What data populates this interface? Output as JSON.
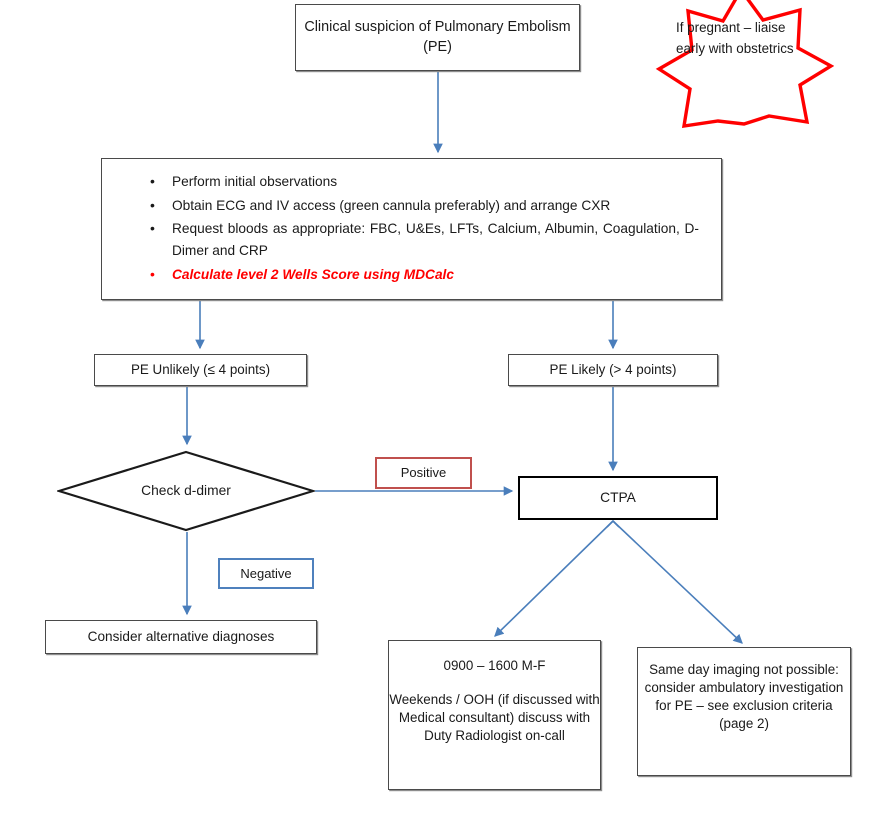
{
  "colors": {
    "connector": "#4a7ebb",
    "emphasis_text": "#ff0000",
    "star_outline": "#ff0000",
    "positive_border": "#c0504d",
    "negative_border": "#4f81bd",
    "box_border": "#4a4a4a",
    "ctpa_border": "#000000"
  },
  "nodes": {
    "suspicion": {
      "label": "Clinical suspicion of Pulmonary Embolism (PE)"
    },
    "pregnancy_star": {
      "label": "If pregnant – liaise early with obstetrics"
    },
    "initial_actions": {
      "bullets": [
        "Perform initial observations",
        "Obtain ECG and IV access (green cannula preferably) and arrange CXR",
        "Request bloods as appropriate: FBC, U&Es, LFTs, Calcium, Albumin, Coagulation, D-Dimer and CRP",
        "Calculate level 2 Wells Score using MDCalc"
      ]
    },
    "pe_unlikely": {
      "label": "PE Unlikely (≤ 4 points)"
    },
    "pe_likely": {
      "label": "PE Likely (> 4 points)"
    },
    "check_ddimer": {
      "label": "Check d-dimer"
    },
    "positive": {
      "label": "Positive"
    },
    "negative": {
      "label": "Negative"
    },
    "ctpa": {
      "label": "CTPA"
    },
    "alt_diagnoses": {
      "label": "Consider alternative diagnoses"
    },
    "radiology_hours": {
      "line1": "0900 – 1600 M-F",
      "line2": "Weekends / OOH (if discussed with Medical consultant) discuss with Duty Radiologist on-call"
    },
    "ambulatory": {
      "label": "Same day imaging not possible:  consider ambulatory investigation for PE – see exclusion criteria (page 2)"
    }
  },
  "chart_data": {
    "type": "diagram",
    "title": "Pulmonary Embolism diagnostic pathway flowchart",
    "nodes": [
      {
        "id": "suspicion",
        "shape": "rectangle",
        "text": "Clinical suspicion of Pulmonary Embolism (PE)"
      },
      {
        "id": "pregnancy_star",
        "shape": "7-point-star",
        "text": "If pregnant – liaise early with obstetrics",
        "outline": "#ff0000"
      },
      {
        "id": "initial_actions",
        "shape": "rectangle",
        "text": "Perform initial observations; Obtain ECG and IV access (green cannula preferably) and arrange CXR; Request bloods as appropriate: FBC, U&Es, LFTs, Calcium, Albumin, Coagulation, D-Dimer and CRP; Calculate level 2 Wells Score using MDCalc"
      },
      {
        "id": "pe_unlikely",
        "shape": "rectangle",
        "text": "PE Unlikely (≤ 4 points)"
      },
      {
        "id": "pe_likely",
        "shape": "rectangle",
        "text": "PE Likely (> 4 points)"
      },
      {
        "id": "check_ddimer",
        "shape": "diamond",
        "text": "Check d-dimer"
      },
      {
        "id": "ctpa",
        "shape": "rectangle",
        "text": "CTPA"
      },
      {
        "id": "alt_diagnoses",
        "shape": "rectangle",
        "text": "Consider alternative diagnoses"
      },
      {
        "id": "radiology_hours",
        "shape": "rectangle",
        "text": "0900 – 1600 M-F / Weekends / OOH (if discussed with Medical consultant) discuss with Duty Radiologist on-call"
      },
      {
        "id": "ambulatory",
        "shape": "rectangle",
        "text": "Same day imaging not possible:  consider ambulatory investigation for PE – see exclusion criteria (page 2)"
      }
    ],
    "edges": [
      {
        "from": "suspicion",
        "to": "initial_actions",
        "label": ""
      },
      {
        "from": "initial_actions",
        "to": "pe_unlikely",
        "label": ""
      },
      {
        "from": "initial_actions",
        "to": "pe_likely",
        "label": ""
      },
      {
        "from": "pe_unlikely",
        "to": "check_ddimer",
        "label": ""
      },
      {
        "from": "check_ddimer",
        "to": "ctpa",
        "label": "Positive"
      },
      {
        "from": "check_ddimer",
        "to": "alt_diagnoses",
        "label": "Negative"
      },
      {
        "from": "pe_likely",
        "to": "ctpa",
        "label": ""
      },
      {
        "from": "ctpa",
        "to": "radiology_hours",
        "label": ""
      },
      {
        "from": "ctpa",
        "to": "ambulatory",
        "label": ""
      }
    ]
  }
}
